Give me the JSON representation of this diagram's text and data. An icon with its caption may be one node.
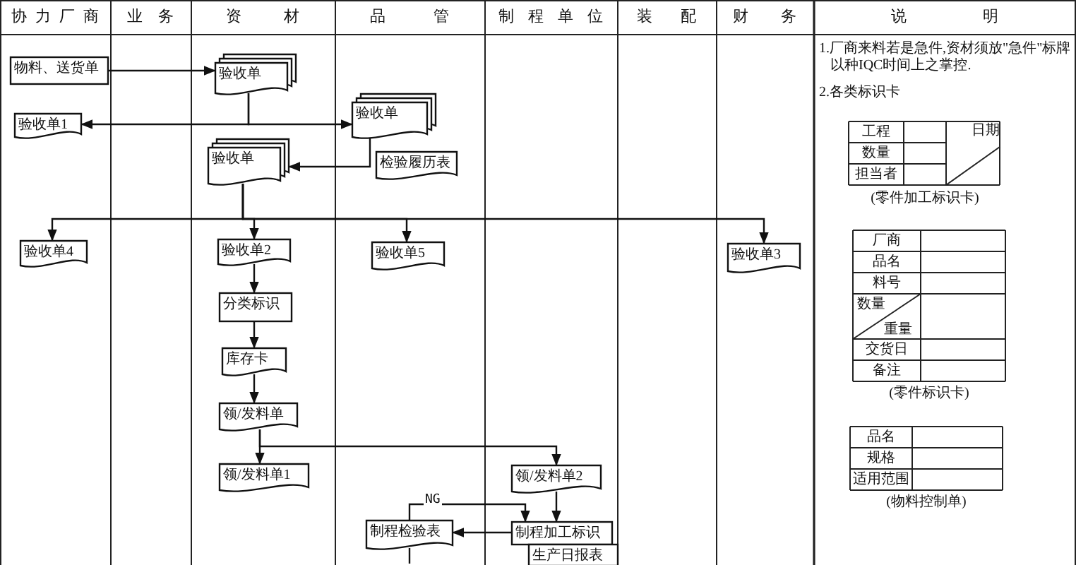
{
  "diagram": {
    "nodes": [
      {
        "text": [
          "物料、送货单"
        ]
      },
      {
        "text": [
          "验收单"
        ]
      },
      {
        "text": [
          "验收单1"
        ]
      },
      {
        "text": [
          "验收单"
        ]
      },
      {
        "text": [
          "检验履历表"
        ]
      },
      {
        "text": [
          "验收单"
        ]
      },
      {
        "text": [
          "验收单4"
        ]
      },
      {
        "text": [
          "验收单2"
        ]
      },
      {
        "text": [
          "验收单5"
        ]
      },
      {
        "text": [
          "验收单3"
        ]
      },
      {
        "text": [
          "分类标识"
        ]
      },
      {
        "text": [
          "库存卡"
        ]
      },
      {
        "text": [
          "领/发料单"
        ]
      },
      {
        "text": [
          "领/发料单1"
        ]
      },
      {
        "text": [
          "领/发料单2"
        ]
      },
      {
        "text": [
          "制程检验表"
        ]
      },
      {
        "text": [
          "制程加工标识"
        ]
      },
      {
        "text": [
          "生产日报表"
        ]
      }
    ],
    "edges": [
      {
        "from": 0,
        "to": 1,
        "arrow": "to"
      },
      {
        "from": 1,
        "to": 2,
        "arrow": "to"
      },
      {
        "from": 1,
        "to": 3,
        "arrow": "to"
      },
      {
        "from": 3,
        "to": 5,
        "arrow": "to"
      },
      {
        "from": 5,
        "to": 6,
        "arrow": "to"
      },
      {
        "from": 5,
        "to": 7,
        "arrow": "to"
      },
      {
        "from": 5,
        "to": 8,
        "arrow": "to"
      },
      {
        "from": 5,
        "to": 9,
        "arrow": "to"
      },
      {
        "from": 7,
        "to": 10,
        "arrow": "to"
      },
      {
        "from": 10,
        "to": 11,
        "arrow": "to"
      },
      {
        "from": 11,
        "to": 12,
        "arrow": "to"
      },
      {
        "from": 12,
        "to": 13,
        "arrow": "to"
      },
      {
        "from": 12,
        "to": 14,
        "arrow": "to"
      },
      {
        "from": 14,
        "to": 16,
        "arrow": "to"
      },
      {
        "from": 16,
        "to": 15,
        "arrow": "to"
      },
      {
        "from": 15,
        "to": 16,
        "label": "NG",
        "arrow": "to"
      },
      {
        "from": 15,
        "to": null,
        "arrow": "none"
      }
    ],
    "labels": [
      "协力厂商",
      "业务",
      "资材",
      "品管",
      "制程单位",
      "装配",
      "财务",
      "说明",
      "1.厂商来料若是急件,资材须放\"急件\"标牌以种IQC时间上之掌控.",
      "2.各类标识卡",
      "工程",
      "日期",
      "数量",
      "担当者",
      "(零件加工标识卡)",
      "厂商",
      "品名",
      "料号",
      "数量",
      "重量",
      "交货日",
      "备注",
      "(零件标识卡)",
      "品名",
      "规格",
      "适用范围",
      "(物料控制单)"
    ]
  }
}
